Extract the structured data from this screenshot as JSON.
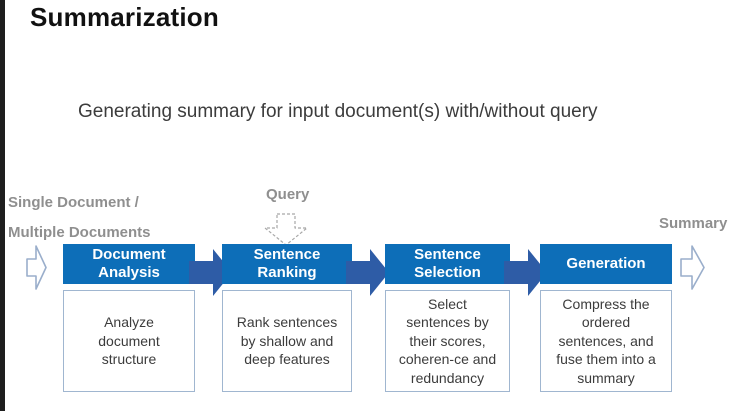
{
  "page": {
    "title": "Summarization",
    "subtitle": "Generating summary for input document(s) with/without query"
  },
  "flow": {
    "input_label_line1": "Single Document /",
    "input_label_line2": "Multiple Documents",
    "query_label": "Query",
    "summary_label": "Summary",
    "stages": [
      {
        "title": "Document Analysis",
        "description": "Analyze document structure"
      },
      {
        "title": "Sentence Ranking",
        "description": "Rank sentences by shallow and deep features"
      },
      {
        "title": "Sentence Selection",
        "description": "Select sentences by their scores, coheren-ce and redundancy"
      },
      {
        "title": "Generation",
        "description": "Compress the ordered sentences, and fuse them into a summary"
      }
    ],
    "icons": {
      "input_arrow": "hollow-right-arrow",
      "query_arrow": "hollow-down-arrow",
      "stage_connector": "solid-right-arrow",
      "output_arrow": "hollow-right-arrow"
    }
  },
  "colors": {
    "stage_header_bg": "#0d6eb8",
    "connector_arrow": "#2e5ca6",
    "hollow_arrow_outline": "#9aaecb",
    "description_border": "#a0b6d0",
    "muted_label_text": "#8f8f8f",
    "title_text": "#111111",
    "body_text": "#3c3c3c",
    "edge_bar": "#1e1e1e"
  }
}
